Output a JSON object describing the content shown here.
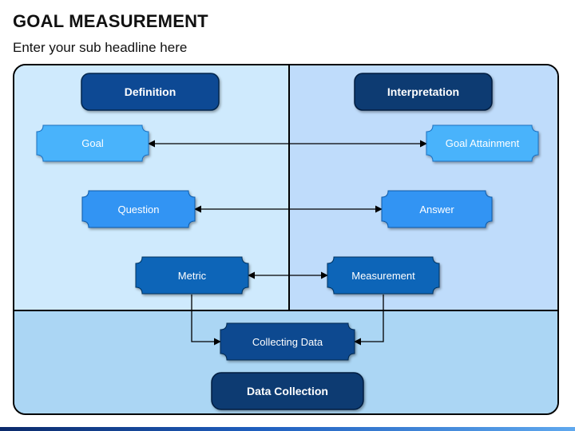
{
  "header": {
    "title": "GOAL MEASUREMENT",
    "subtitle": "Enter your sub headline here"
  },
  "headers": {
    "definition": "Definition",
    "interpretation": "Interpretation",
    "data_collection": "Data Collection"
  },
  "nodes": {
    "goal": "Goal",
    "goal_attainment": "Goal Attainment",
    "question": "Question",
    "answer": "Answer",
    "metric": "Metric",
    "measurement": "Measurement",
    "collecting_data": "Collecting Data"
  },
  "colors": {
    "dark_navy": "#0b3f78",
    "navy": "#0a4a90",
    "blue_dark": "#0765b8",
    "blue_mid": "#3294f3",
    "blue_light": "#48b3fb",
    "panel_left": "#cfeafd",
    "panel_right": "#bfdcfb",
    "panel_bottom": "#abd6f4"
  }
}
